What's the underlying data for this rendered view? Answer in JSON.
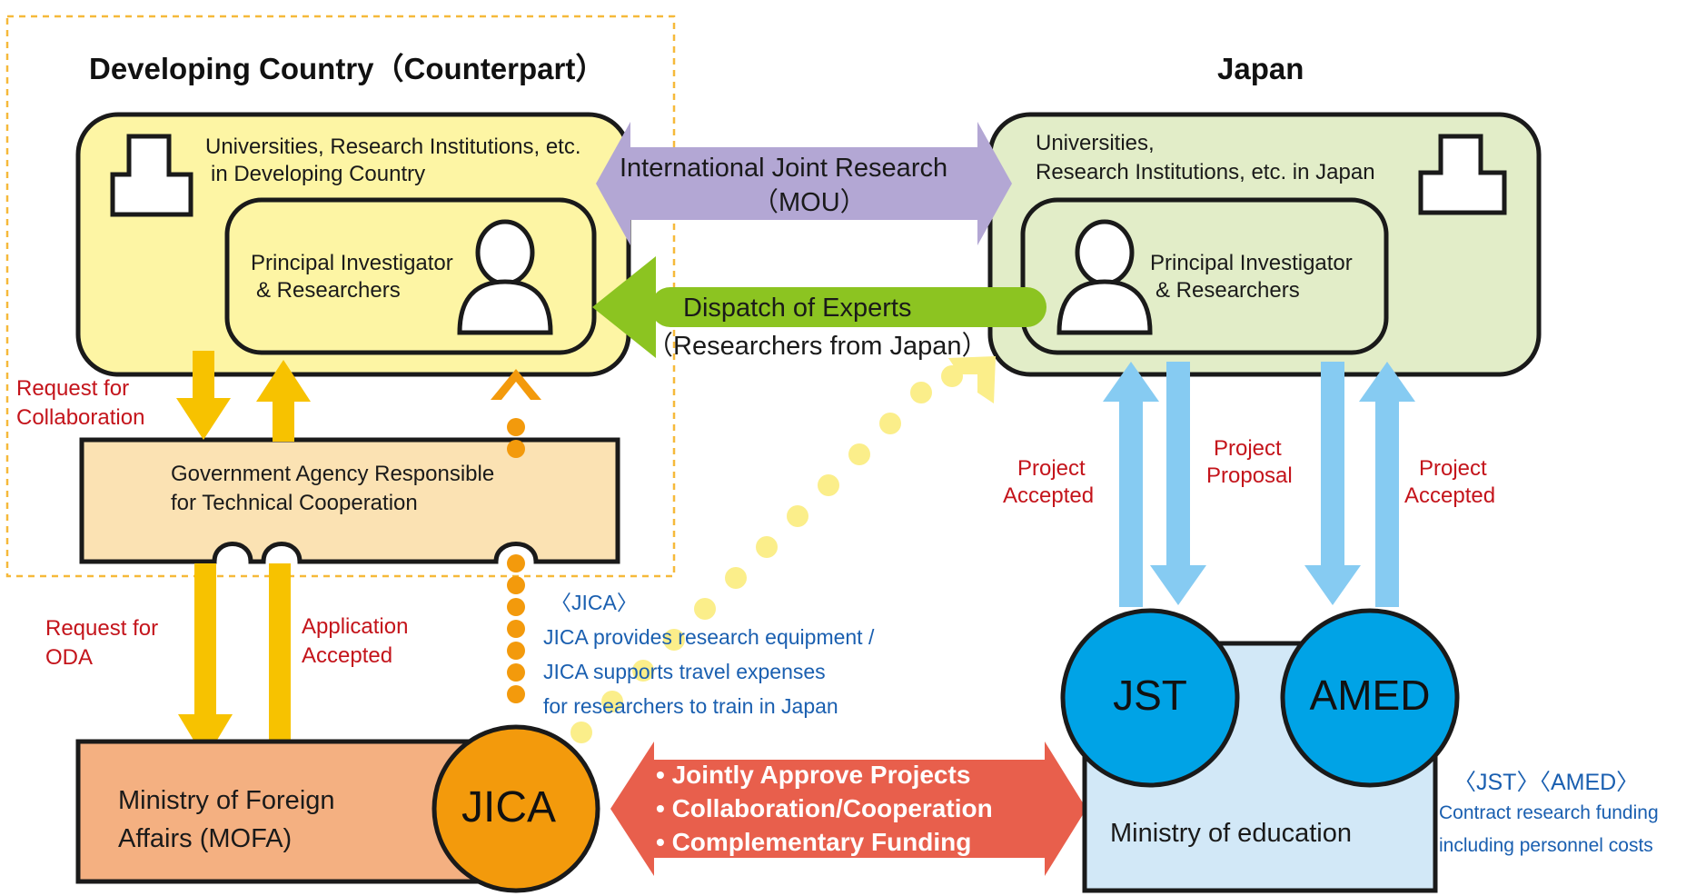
{
  "developing_country": {
    "title": "Developing Country（Counterpart）",
    "institutions": [
      "Universities, Research Institutions, etc.",
      "in Developing Country"
    ],
    "investigators": [
      "Principal Investigator",
      "& Researchers"
    ],
    "gov_agency": [
      "Government Agency Responsible",
      "for Technical Cooperation"
    ]
  },
  "japan": {
    "title": "Japan",
    "institutions": [
      "Universities,",
      "Research Institutions, etc. in Japan"
    ],
    "investigators": [
      "Principal Investigator",
      "& Researchers"
    ]
  },
  "links": {
    "joint_research": [
      "International Joint Research",
      "（MOU）"
    ],
    "dispatch": [
      "Dispatch of Experts",
      "（Researchers from Japan）"
    ],
    "request_collab": [
      "Request for",
      "Collaboration"
    ],
    "request_oda": [
      "Request for",
      "ODA"
    ],
    "application_accepted": [
      "Application",
      "Accepted"
    ],
    "project_accepted_left": [
      "Project",
      "Accepted"
    ],
    "project_proposal": [
      "Project",
      "Proposal"
    ],
    "project_accepted_right": [
      "Project",
      "Accepted"
    ]
  },
  "jica_note": {
    "heading": "〈JICA〉",
    "lines": [
      "JICA provides research equipment /",
      "JICA supports travel expenses",
      "for researchers to train in Japan"
    ]
  },
  "bottom": {
    "mofa": [
      "Ministry of Foreign",
      "Affairs (MOFA)"
    ],
    "jica": "JICA",
    "cooperation_items": [
      "• Jointly Approve Projects",
      "• Collaboration/Cooperation",
      "• Complementary Funding"
    ],
    "ministry_education": "Ministry of education",
    "jst": "JST",
    "amed": "AMED"
  },
  "jst_note": {
    "heading": "〈JST〉〈AMED〉",
    "lines": [
      "Contract research funding",
      "including personnel costs"
    ]
  },
  "colors": {
    "dc_box": "#fdf5a4",
    "jp_box": "#e2edc8",
    "gov_box": "#fbe2b3",
    "mofa_box": "#f4b081",
    "jica": "#f39a0c",
    "blue_circle": "#00a3e6",
    "edu_box": "#d2e8f7",
    "yellow_arrow": "#f7c200",
    "orange_dots": "#f39a0c",
    "green": "#8cc421",
    "purple": "#b3a7d4",
    "light_blue_arrow": "#86cbf2",
    "red_arrow": "#e85f4c"
  }
}
